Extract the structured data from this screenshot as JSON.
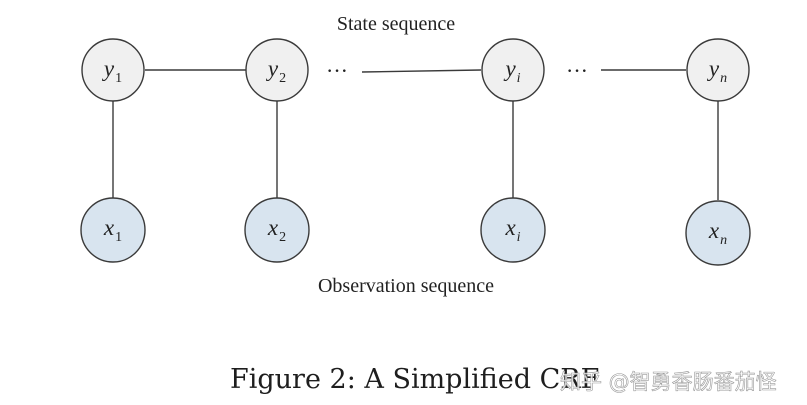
{
  "diagram": {
    "state_label": "State sequence",
    "observation_label": "Observation sequence",
    "ellipsis": "···",
    "state_nodes": [
      {
        "var": "y",
        "sub": "1"
      },
      {
        "var": "y",
        "sub": "2"
      },
      {
        "var": "y",
        "sub": "i"
      },
      {
        "var": "y",
        "sub": "n"
      }
    ],
    "observation_nodes": [
      {
        "var": "x",
        "sub": "1"
      },
      {
        "var": "x",
        "sub": "2"
      },
      {
        "var": "x",
        "sub": "i"
      },
      {
        "var": "x",
        "sub": "n"
      }
    ],
    "colors": {
      "state_fill": "#f0f0f0",
      "observation_fill": "#d8e4ef",
      "stroke": "#3a3a3a"
    }
  },
  "caption": "Figure 2: A Simplified CRF",
  "watermark": "知乎 @智勇香肠番茄怪"
}
